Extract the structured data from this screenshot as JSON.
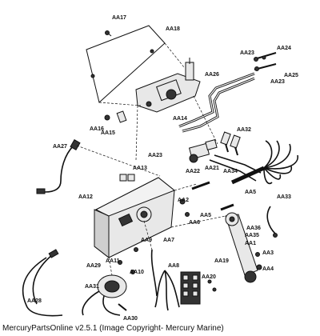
{
  "labels": {
    "AA17": "AA17",
    "AA18": "AA18",
    "AA24": "AA24",
    "AA23a": "AA23",
    "AA23b": "AA23",
    "AA25": "AA25",
    "AA26": "AA26",
    "AA16": "AA16",
    "AA15": "AA15",
    "AA14": "AA14",
    "AA32": "AA32",
    "AA27": "AA27",
    "AA23c": "AA23",
    "AA22": "AA22",
    "AA21": "AA21",
    "AA13": "AA13",
    "AA34": "AA34",
    "AA5a": "AA5",
    "AA12": "AA12",
    "AA33": "AA33",
    "AA2": "AA2",
    "AA6": "AA6",
    "AA5b": "AA5",
    "AA36": "AA36",
    "AA35": "AA35",
    "AA7": "AA7",
    "AA9": "AA9",
    "AA1": "AA1",
    "AA11": "AA11",
    "AA8": "AA8",
    "AA29": "AA29",
    "AA10": "AA10",
    "AA19": "AA19",
    "AA3": "AA3",
    "AA4": "AA4",
    "AA31": "AA31",
    "AA20": "AA20",
    "AA28": "AA28",
    "AA30": "AA30"
  },
  "footer": "MercuryPartsOnline v2.5.1 (Image Copyright- Mercury Marine)"
}
